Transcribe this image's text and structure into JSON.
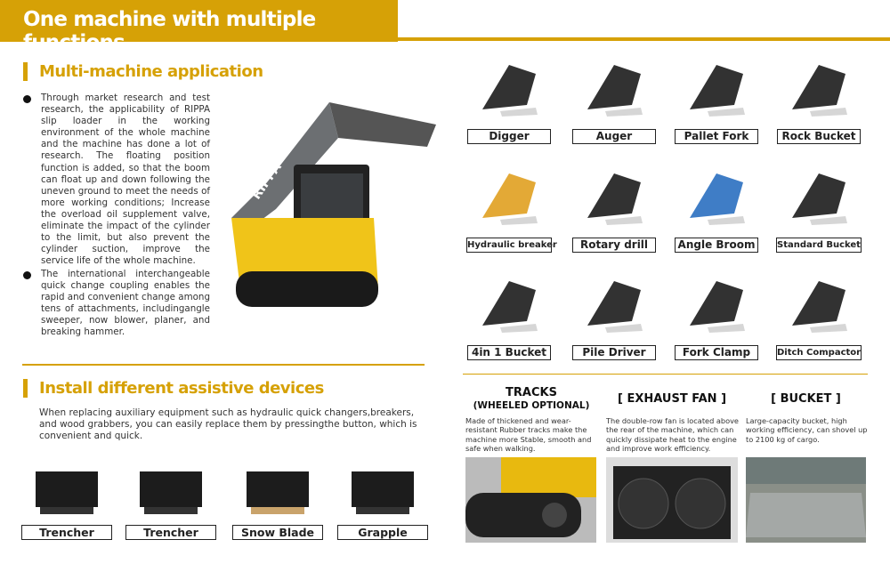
{
  "header": {
    "title": "One machine with multiple functions"
  },
  "section1": {
    "title": "Multi-machine application",
    "bullets": [
      "Through market research and test research, the applicability of RIPPA slip loader in the working environment of the whole machine and the machine has done a lot of research. The floating position function is added, so that the boom can float up and down following the uneven ground to meet the needs of more working conditions; Increase the overload oil supplement valve, eliminate the impact of the cylinder to the limit, but also prevent the cylinder suction, improve the service life of the whole machine.",
      "The international interchangeable quick change coupling enables the rapid and convenient change among tens of attachments, includingangle sweeper, now blower, planer, and breaking hammer."
    ],
    "machine_brand": "RIPPA"
  },
  "attachments": [
    "Digger",
    "Auger",
    "Pallet Fork",
    "Rock Bucket",
    "Hydraulic breaker",
    "Rotary drill",
    "Angle Broom",
    "Standard Bucket",
    "4in 1 Bucket",
    "Pile Driver",
    "Fork Clamp",
    "Ditch Compactor"
  ],
  "section2": {
    "title": "Install different assistive devices",
    "text": "When replacing auxiliary equipment such as hydraulic quick changers,breakers, and wood grabbers, you can easily replace them by pressingthe button, which is convenient and quick.",
    "devices": [
      "Trencher",
      "Trencher",
      "Snow Blade",
      "Grapple"
    ]
  },
  "features": [
    {
      "title": "TRACKS",
      "subtitle": "(WHEELED OPTIONAL)",
      "text": "Made of thickened and wear-resistant Rubber tracks make the machine more Stable, smooth and safe when walking."
    },
    {
      "title": "[ EXHAUST FAN ]",
      "subtitle": "",
      "text": "The double-row fan is located above the rear of the machine, which can quickly dissipate heat to the engine and improve work efficiency."
    },
    {
      "title": "[ BUCKET ]",
      "subtitle": "",
      "text": "Large-capacity bucket, high working efficiency, can shovel up to 2100 kg of cargo."
    }
  ],
  "colors": {
    "accent": "#d6a106"
  }
}
